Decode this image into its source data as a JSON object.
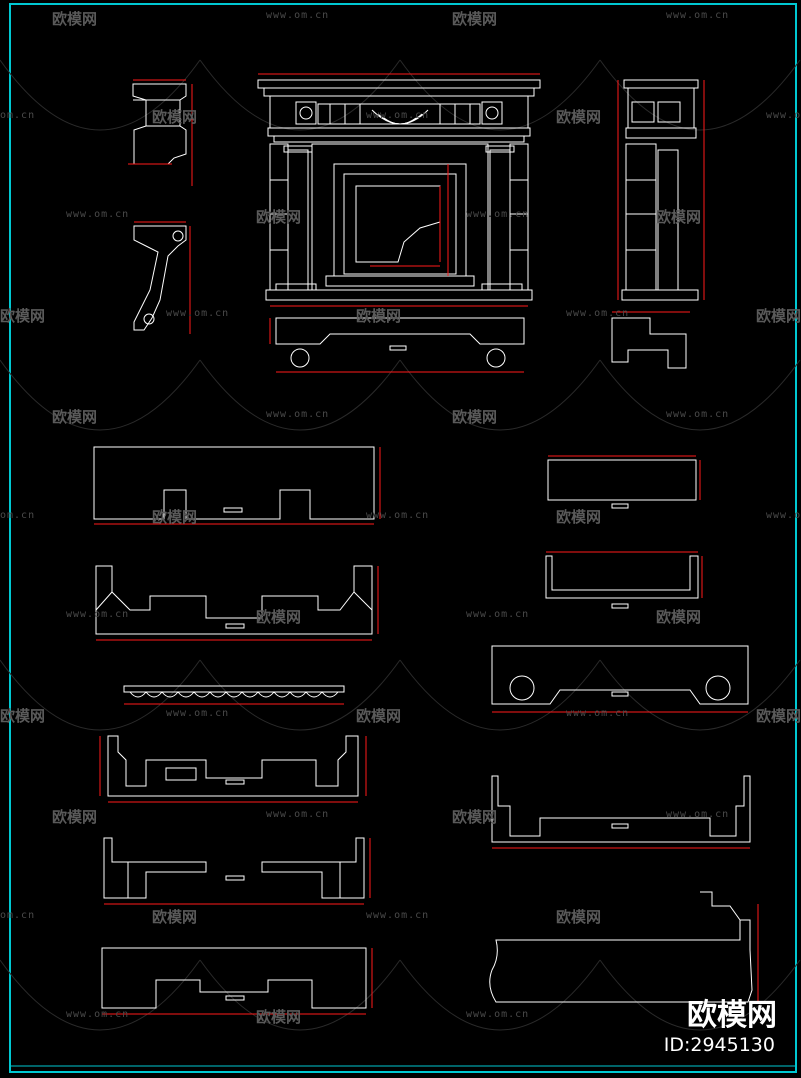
{
  "watermark": {
    "url_text": "www.om.cn",
    "url_text_short": "om.cn",
    "logo_text": "欧模网"
  },
  "brand": {
    "logo_text": "欧模网",
    "id_text": "ID:2945130"
  },
  "colors": {
    "background": "#000000",
    "frame": "#00c8d2",
    "lines": "#ffffff",
    "dimensions": "#ff1a1a",
    "watermark": "#4a4a4a"
  },
  "drawing": {
    "frame_sheets": 1,
    "views": [
      "side-profile-left",
      "front-elevation",
      "side-elevation-right",
      "plan-sections"
    ]
  }
}
